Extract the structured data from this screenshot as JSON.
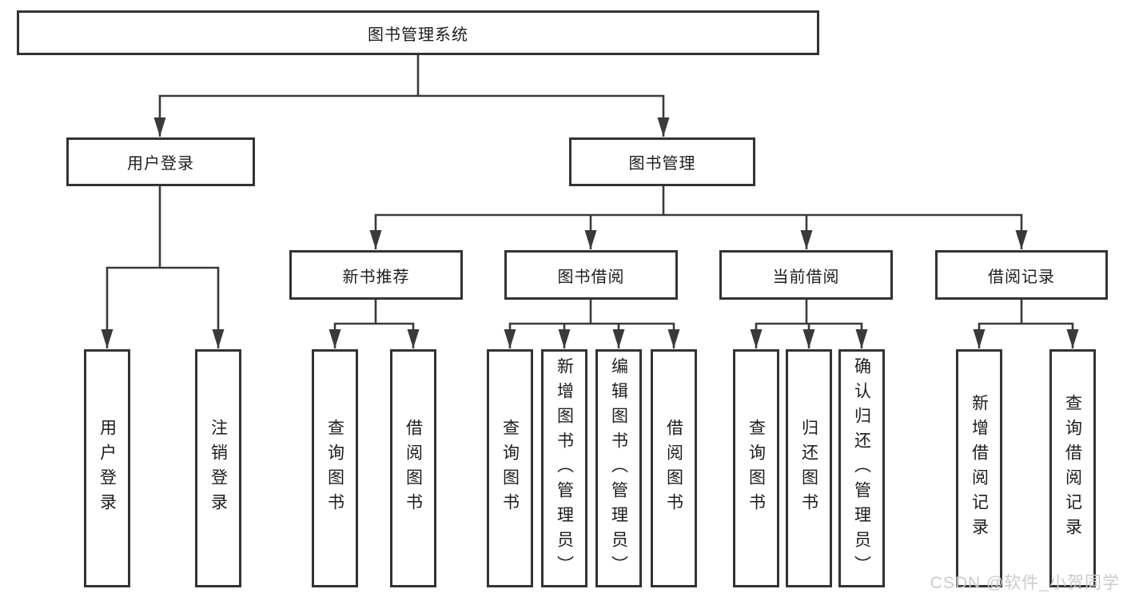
{
  "diagram": {
    "title": "图书管理系统",
    "watermark": "CSDN @软件_小贺同学",
    "tree": {
      "label": "图书管理系统",
      "children": [
        {
          "label": "用户登录",
          "children": [
            {
              "label": "用户登录"
            },
            {
              "label": "注销登录"
            }
          ]
        },
        {
          "label": "图书管理",
          "children": [
            {
              "label": "新书推荐",
              "children": [
                {
                  "label": "查询图书"
                },
                {
                  "label": "借阅图书"
                }
              ]
            },
            {
              "label": "图书借阅",
              "children": [
                {
                  "label": "查询图书"
                },
                {
                  "label": "新增图书（管理员）"
                },
                {
                  "label": "编辑图书（管理员）"
                },
                {
                  "label": "借阅图书"
                }
              ]
            },
            {
              "label": "当前借阅",
              "children": [
                {
                  "label": "查询图书"
                },
                {
                  "label": "归还图书"
                },
                {
                  "label": "确认归还（管理员）"
                }
              ]
            },
            {
              "label": "借阅记录",
              "children": [
                {
                  "label": "新增借阅记录"
                },
                {
                  "label": "查询借阅记录"
                }
              ]
            }
          ]
        }
      ]
    },
    "colors": {
      "line": "#3a3a3a",
      "border": "#333333",
      "text": "#1d1d1d",
      "watermark": "#cbcbcb",
      "background": "#ffffff"
    }
  }
}
